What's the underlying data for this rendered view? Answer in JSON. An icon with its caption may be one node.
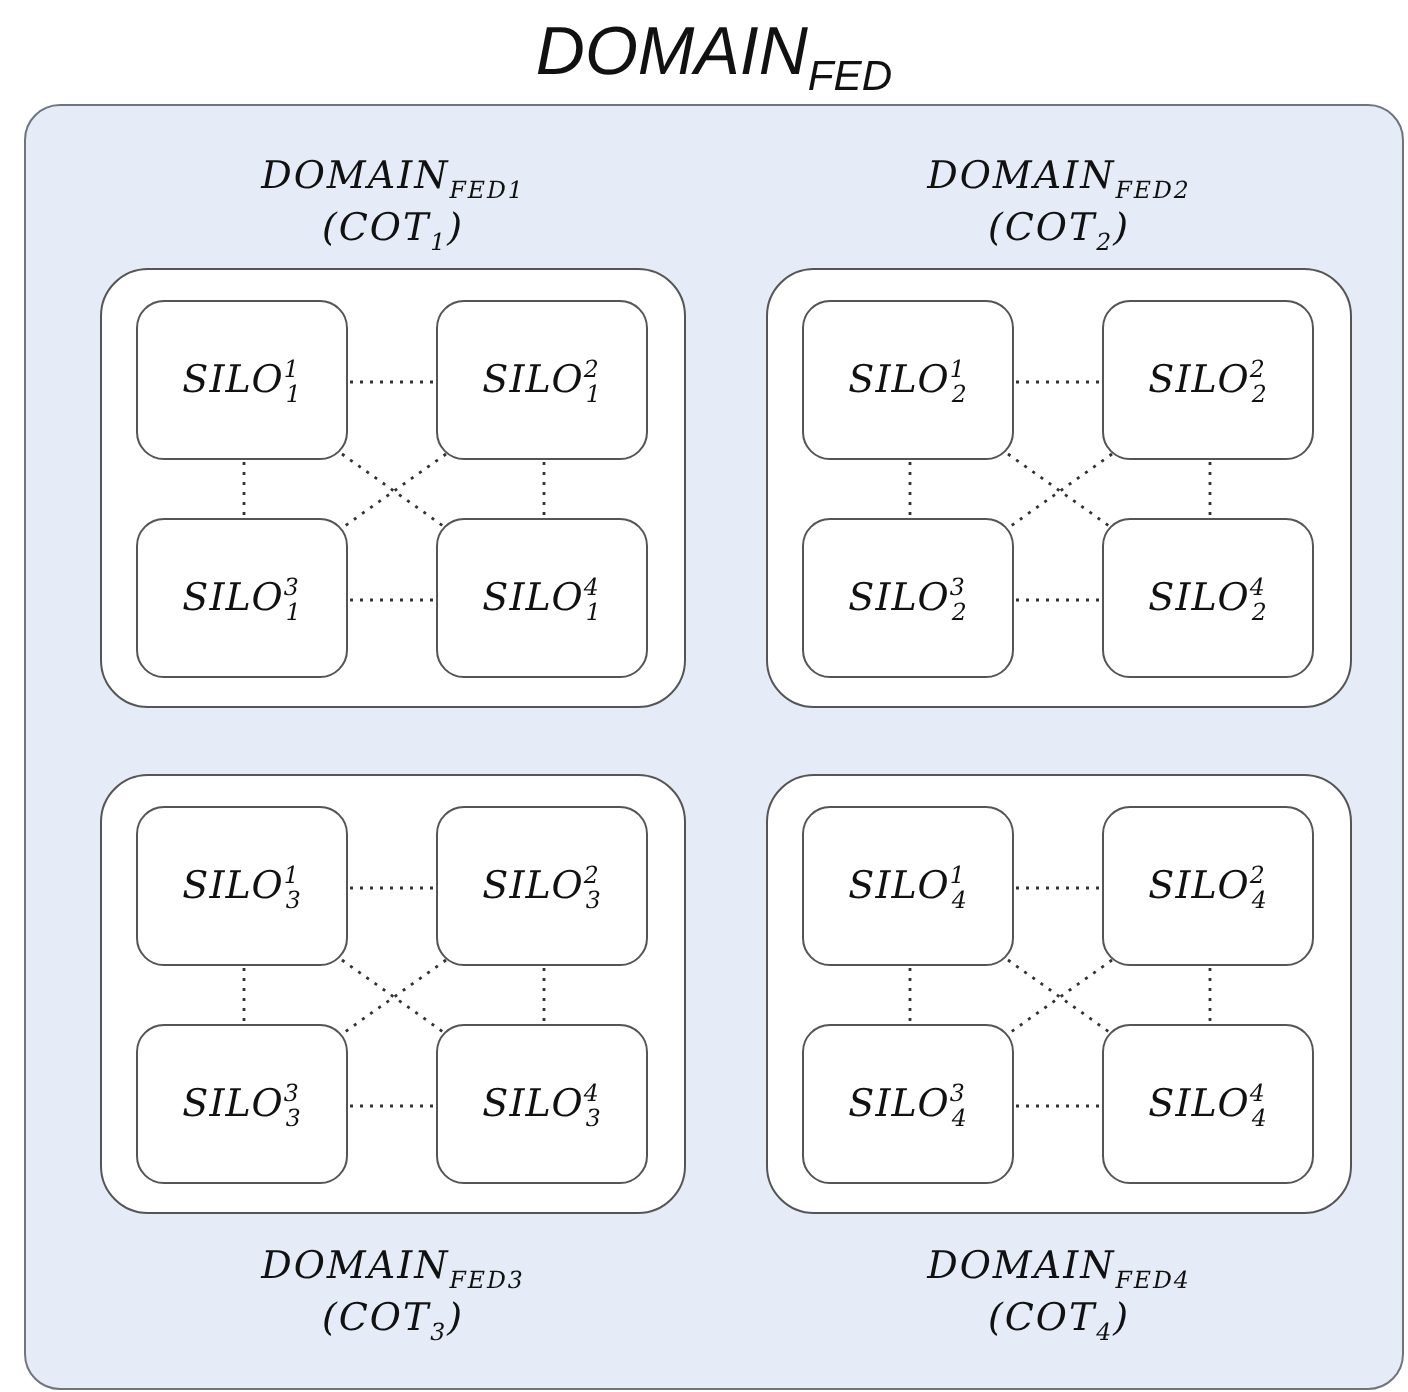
{
  "diagram": {
    "nodes": [
      {
        "text": [
          "DOMAIN$_{FED}$"
        ]
      },
      {
        "text": [
          "DOMAIN$_{FED}$$_{1}$",
          "(COT$_{1}$)"
        ],
        "in": 0
      },
      {
        "text": [
          "SILO$^{1}$$_{1}$"
        ],
        "in": 1
      },
      {
        "text": [
          "SILO$^{2}$$_{1}$"
        ],
        "in": 1
      },
      {
        "text": [
          "SILO$^{3}$$_{1}$"
        ],
        "in": 1
      },
      {
        "text": [
          "SILO$^{4}$$_{1}$"
        ],
        "in": 1
      },
      {
        "text": [
          "DOMAIN$_{FED}$$_{2}$",
          "(COT$_{2}$)"
        ],
        "in": 0
      },
      {
        "text": [
          "SILO$^{1}$$_{2}$"
        ],
        "in": 6
      },
      {
        "text": [
          "SILO$^{2}$$_{2}$"
        ],
        "in": 6
      },
      {
        "text": [
          "SILO$^{3}$$_{2}$"
        ],
        "in": 6
      },
      {
        "text": [
          "SILO$^{4}$$_{2}$"
        ],
        "in": 6
      },
      {
        "text": [
          "DOMAIN$_{FED}$$_{3}$",
          "(COT$_{3}$)"
        ],
        "in": 0
      },
      {
        "text": [
          "SILO$^{1}$$_{3}$"
        ],
        "in": 11
      },
      {
        "text": [
          "SILO$^{2}$$_{3}$"
        ],
        "in": 11
      },
      {
        "text": [
          "SILO$^{3}$$_{3}$"
        ],
        "in": 11
      },
      {
        "text": [
          "SILO$^{4}$$_{3}$"
        ],
        "in": 11
      },
      {
        "text": [
          "DOMAIN$_{FED}$$_{4}$",
          "(COT$_{4}$)"
        ],
        "in": 0
      },
      {
        "text": [
          "SILO$^{1}$$_{4}$"
        ],
        "in": 16
      },
      {
        "text": [
          "SILO$^{2}$$_{4}$"
        ],
        "in": 16
      },
      {
        "text": [
          "SILO$^{3}$$_{4}$"
        ],
        "in": 16
      },
      {
        "text": [
          "SILO$^{4}$$_{4}$"
        ],
        "in": 16
      }
    ],
    "edges": [
      {
        "from": 2,
        "to": 3,
        "arrow": "none",
        "style": "dashed"
      },
      {
        "from": 2,
        "to": 4,
        "arrow": "none",
        "style": "dashed"
      },
      {
        "from": 2,
        "to": 5,
        "arrow": "none",
        "style": "dashed"
      },
      {
        "from": 3,
        "to": 4,
        "arrow": "none",
        "style": "dashed"
      },
      {
        "from": 3,
        "to": 5,
        "arrow": "none",
        "style": "dashed"
      },
      {
        "from": 4,
        "to": 5,
        "arrow": "none",
        "style": "dashed"
      },
      {
        "from": 7,
        "to": 8,
        "arrow": "none",
        "style": "dashed"
      },
      {
        "from": 7,
        "to": 9,
        "arrow": "none",
        "style": "dashed"
      },
      {
        "from": 7,
        "to": 10,
        "arrow": "none",
        "style": "dashed"
      },
      {
        "from": 8,
        "to": 9,
        "arrow": "none",
        "style": "dashed"
      },
      {
        "from": 8,
        "to": 10,
        "arrow": "none",
        "style": "dashed"
      },
      {
        "from": 9,
        "to": 10,
        "arrow": "none",
        "style": "dashed"
      },
      {
        "from": 12,
        "to": 13,
        "arrow": "none",
        "style": "dashed"
      },
      {
        "from": 12,
        "to": 14,
        "arrow": "none",
        "style": "dashed"
      },
      {
        "from": 12,
        "to": 15,
        "arrow": "none",
        "style": "dashed"
      },
      {
        "from": 13,
        "to": 14,
        "arrow": "none",
        "style": "dashed"
      },
      {
        "from": 13,
        "to": 15,
        "arrow": "none",
        "style": "dashed"
      },
      {
        "from": 14,
        "to": 15,
        "arrow": "none",
        "style": "dashed"
      },
      {
        "from": 17,
        "to": 18,
        "arrow": "none",
        "style": "dashed"
      },
      {
        "from": 17,
        "to": 19,
        "arrow": "none",
        "style": "dashed"
      },
      {
        "from": 17,
        "to": 20,
        "arrow": "none",
        "style": "dashed"
      },
      {
        "from": 18,
        "to": 19,
        "arrow": "none",
        "style": "dashed"
      },
      {
        "from": 18,
        "to": 20,
        "arrow": "none",
        "style": "dashed"
      },
      {
        "from": 19,
        "to": 20,
        "arrow": "none",
        "style": "dashed"
      }
    ]
  }
}
